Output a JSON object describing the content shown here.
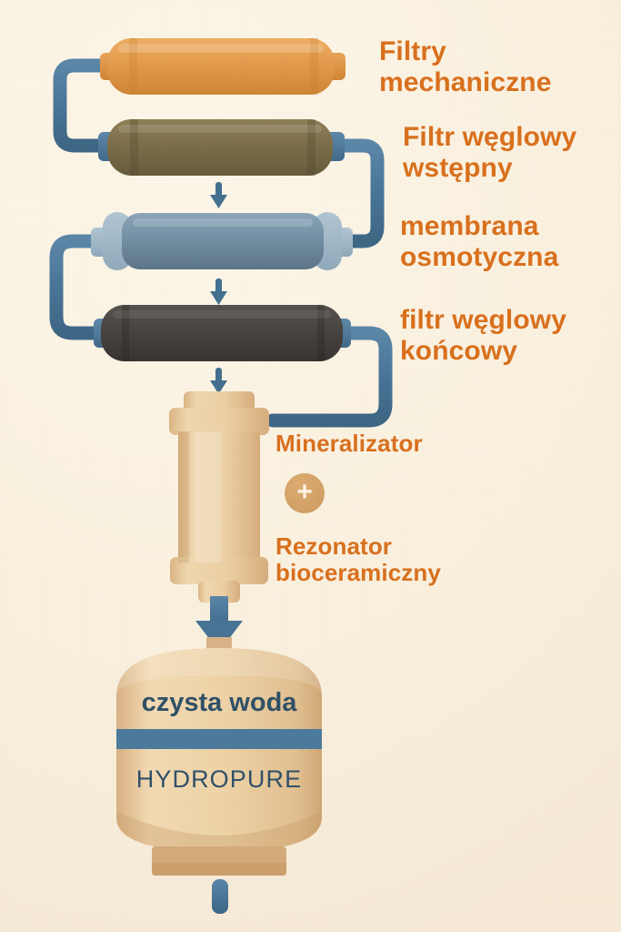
{
  "diagram": {
    "title": "Hydropure reverse osmosis water filtration stages",
    "background_color": "#faf1e0",
    "accent_color": "#d9701d",
    "pipe_color": "#477396",
    "text_color_tank": "#2f5068"
  },
  "labels": {
    "stage1": "Filtry\nmechaniczne",
    "stage2": "Filtr węglowy\nwstępny",
    "stage3": "membrana\nosmotyczna",
    "stage4": "filtr węglowy\nkońcowy",
    "stage5": "Mineralizator",
    "stage5_connector": "+",
    "stage6": "Rezonator\nbioceramiczny"
  },
  "tank": {
    "line1": "czysta woda",
    "line2": "HYDROPURE",
    "body_color": "#edcfa3",
    "stripe_color": "#4b7a9c"
  },
  "cartridges": [
    {
      "name": "filtry-mechaniczne",
      "color": "#e39a4c",
      "cap_color": "#dd8f3d"
    },
    {
      "name": "filtr-weglowy-wstepny",
      "color": "#7c6f4c",
      "cap_color": "#4b7a9c"
    },
    {
      "name": "membrana-osmotyczna",
      "color": "#6e8ea4",
      "cap_color": "#9cb6c7"
    },
    {
      "name": "filtr-weglowy-koncowy",
      "color": "#4a4745",
      "cap_color": "#4b7a9c"
    }
  ],
  "icons": {
    "flow_arrow": "down-arrow-icon",
    "inlet_pipe": "inlet-pipe-icon",
    "outlet_pipe": "outlet-pipe-icon"
  }
}
